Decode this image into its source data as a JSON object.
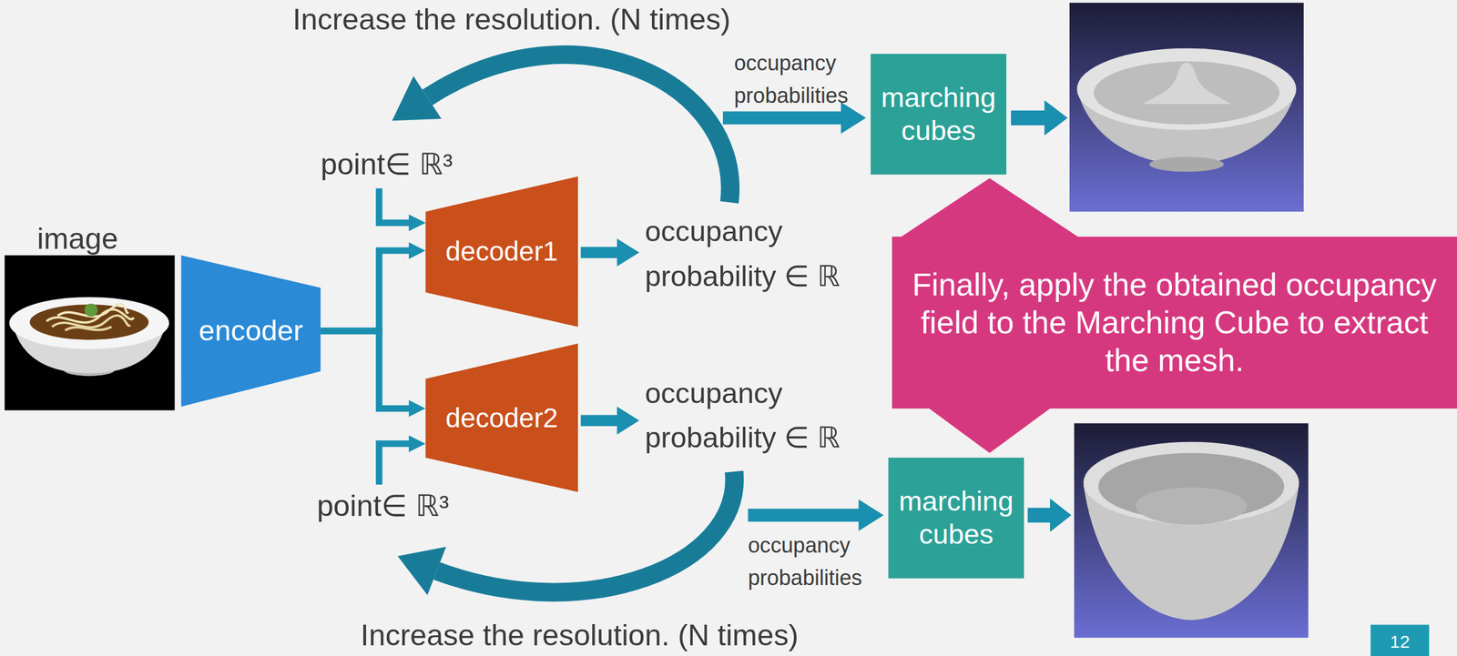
{
  "diagram": {
    "nodes": [
      {
        "text": [
          "encoder"
        ]
      },
      {
        "text": [
          "decoder1"
        ]
      },
      {
        "text": [
          "decoder2"
        ]
      },
      {
        "text": [
          "marching cubes"
        ]
      },
      {
        "text": [
          "Finally, apply the obtained occupancy field to the Marching Cube to extract the mesh."
        ]
      },
      {
        "text": [
          "marching cubes"
        ]
      },
      {
        "text": [
          "12"
        ]
      }
    ],
    "edges": [
      {
        "from": 0,
        "to": 1,
        "arrow": "to"
      },
      {
        "from": 0,
        "to": 2,
        "arrow": "to"
      }
    ],
    "labels": [
      "Increase the resolution. (N times)",
      "occupancy probabilities",
      "point∈ ℝ³",
      "image",
      "occupancy probability ∈ ℝ",
      "occupancy probability ∈ ℝ",
      "point∈ ℝ³",
      "occupancy probabilities",
      "Increase the resolution. (N times)"
    ]
  }
}
